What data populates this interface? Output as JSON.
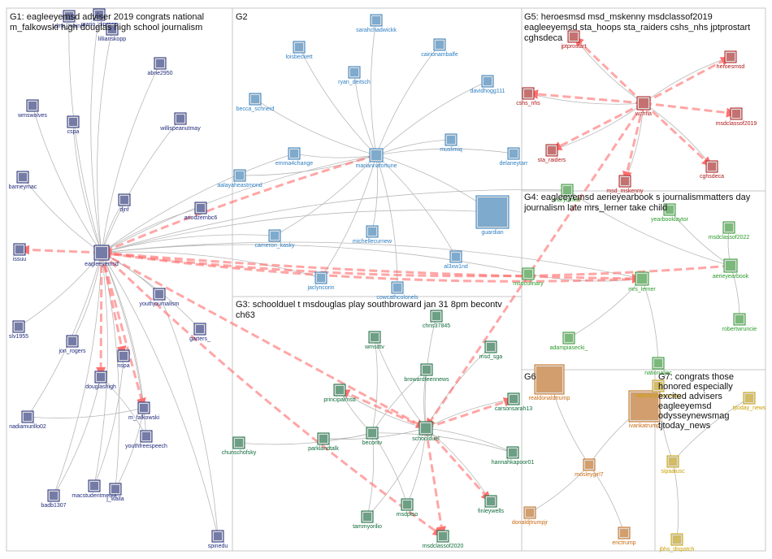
{
  "groups": [
    {
      "id": "G1",
      "title_lines": [
        "G1: eagleeyemsd adviser 2019 congrats national",
        "m_falkowski high douglas high school journalism"
      ]
    },
    {
      "id": "G2",
      "title_lines": [
        "G2"
      ]
    },
    {
      "id": "G3",
      "title_lines": [
        "G3: schoolduel t msdouglas play southbroward jan 31 8pm becontv",
        "ch63"
      ]
    },
    {
      "id": "G4",
      "title_lines": [
        "G4: eagleeyemsd aerieyearbook s journalismmatters day",
        "journalism late mrs_lerner take child"
      ]
    },
    {
      "id": "G5",
      "title_lines": [
        "G5: heroesmsd msd_mskenny msdclassof2019",
        "eagleeyemsd sta_hoops sta_raiders cshs_nhs jptprostart",
        "cghsdeca"
      ]
    },
    {
      "id": "G6",
      "title_lines": [
        "G6"
      ]
    },
    {
      "id": "G7",
      "title_lines": [
        "G7: congrats those",
        "honored especially",
        "excited advisers",
        "eagleeyemsd",
        "odysseynewsmag",
        "tjtoday_news"
      ]
    }
  ],
  "colors": {
    "g1": "#1f2a7a",
    "g2": "#2f7fc1",
    "g3": "#0f6b3a",
    "g4": "#2a9a2a",
    "g5": "#b01818",
    "g6": "#c96a10",
    "g7": "#c8a000",
    "edge": "#b8b8b8",
    "strong": "#ff6b6b"
  },
  "nodes": [
    {
      "id": "emc_maine",
      "label": "emc_maine",
      "group": "g1"
    },
    {
      "id": "mario_diprose",
      "label": "mario_diprose",
      "group": "g1"
    },
    {
      "id": "lillianskopp",
      "label": "lillianskopp",
      "group": "g1"
    },
    {
      "id": "abrie2950",
      "label": "abrie2950",
      "group": "g1"
    },
    {
      "id": "wmswolves",
      "label": "wmswolves",
      "group": "g1"
    },
    {
      "id": "cspa",
      "label": "cspa",
      "group": "g1"
    },
    {
      "id": "willispeanutmay",
      "label": "willispeanutmay",
      "group": "g1"
    },
    {
      "id": "barneymac",
      "label": "barneymac",
      "group": "g1"
    },
    {
      "id": "djnf",
      "label": "djnf",
      "group": "g1"
    },
    {
      "id": "ariodzernbc6",
      "label": "ariodzernbc6",
      "group": "g1"
    },
    {
      "id": "issuu",
      "label": "issuu",
      "group": "g1"
    },
    {
      "id": "eagleeyemsd",
      "label": "eagleeyemsd",
      "group": "g1"
    },
    {
      "id": "youthjournalism",
      "label": "youthjournalism",
      "group": "g1"
    },
    {
      "id": "slv1955",
      "label": "slv1955",
      "group": "g1"
    },
    {
      "id": "garters_",
      "label": "garters_",
      "group": "g1"
    },
    {
      "id": "jon_rogers",
      "label": "jon_rogers",
      "group": "g1"
    },
    {
      "id": "nspa",
      "label": "nspa",
      "group": "g1"
    },
    {
      "id": "douglashigh",
      "label": "douglashigh",
      "group": "g1"
    },
    {
      "id": "m_falkowski",
      "label": "m_falkowski",
      "group": "g1"
    },
    {
      "id": "nadiamurillo02",
      "label": "nadiamurillo02",
      "group": "g1"
    },
    {
      "id": "youthfreespeech",
      "label": "youthfreespeech",
      "group": "g1"
    },
    {
      "id": "badb1307",
      "label": "badb1307",
      "group": "g1"
    },
    {
      "id": "macstudentmedia",
      "label": "macstudentmedia",
      "group": "g1"
    },
    {
      "id": "j_walla",
      "label": "j_walla",
      "group": "g1"
    },
    {
      "id": "spinedu",
      "label": "spinedu",
      "group": "g1"
    },
    {
      "id": "sarahchadwickk",
      "label": "sarahchadwickk",
      "group": "g2"
    },
    {
      "id": "loisbeckett",
      "label": "loisbeckett",
      "group": "g2"
    },
    {
      "id": "cairionambalfe",
      "label": "cairionambalfe",
      "group": "g2"
    },
    {
      "id": "ryan_deitsch",
      "label": "ryan_deitsch",
      "group": "g2"
    },
    {
      "id": "davidhogg111",
      "label": "davidhogg111",
      "group": "g2"
    },
    {
      "id": "becca_schneid",
      "label": "becca_schneid",
      "group": "g2"
    },
    {
      "id": "muslimiq",
      "label": "muslimiq",
      "group": "g2"
    },
    {
      "id": "emma4change",
      "label": "emma4change",
      "group": "g2"
    },
    {
      "id": "mariannafortune",
      "label": "mariannafortune",
      "group": "g2"
    },
    {
      "id": "delaneytarr",
      "label": "delaneytarr",
      "group": "g2"
    },
    {
      "id": "aalayaheastmond",
      "label": "aalayaheastmond",
      "group": "g2"
    },
    {
      "id": "guardian",
      "label": "guardian",
      "group": "g2"
    },
    {
      "id": "cameron_kasky",
      "label": "cameron_kasky",
      "group": "g2"
    },
    {
      "id": "michellecurnew",
      "label": "michellecurnew",
      "group": "g2"
    },
    {
      "id": "al3xw1nd",
      "label": "al3xw1nd",
      "group": "g2"
    },
    {
      "id": "jaclyncorin",
      "label": "jaclyncorin",
      "group": "g2"
    },
    {
      "id": "cowcathcolonels",
      "label": "cowcathcolonels",
      "group": "g2"
    },
    {
      "id": "wmsdtv",
      "label": "wmsdtv",
      "group": "g3"
    },
    {
      "id": "chris37845",
      "label": "chris37845",
      "group": "g3"
    },
    {
      "id": "msd_sga",
      "label": "msd_sga",
      "group": "g3"
    },
    {
      "id": "browardteennews",
      "label": "browardteennews",
      "group": "g3"
    },
    {
      "id": "principalmsd",
      "label": "principalmsd",
      "group": "g3"
    },
    {
      "id": "carsonsarah13",
      "label": "carsonsarah13",
      "group": "g3"
    },
    {
      "id": "chunschofsky",
      "label": "chunschofsky",
      "group": "g3"
    },
    {
      "id": "parklandtalk",
      "label": "parklandtalk",
      "group": "g3"
    },
    {
      "id": "becontv",
      "label": "becontv",
      "group": "g3"
    },
    {
      "id": "schoolduel",
      "label": "schoolduel",
      "group": "g3"
    },
    {
      "id": "hannahkapoor01",
      "label": "hannahkapoor01",
      "group": "g3"
    },
    {
      "id": "msdptso",
      "label": "msdptso",
      "group": "g3"
    },
    {
      "id": "finleywells",
      "label": "finleywells",
      "group": "g3"
    },
    {
      "id": "tammyorilio",
      "label": "tammyorilio",
      "group": "g3"
    },
    {
      "id": "msdclassof2020",
      "label": "msdclassof2020",
      "group": "g3"
    },
    {
      "id": "marybinker",
      "label": "marybinker",
      "group": "g4"
    },
    {
      "id": "yearbooklaytor",
      "label": "yearbooklaytor",
      "group": "g4"
    },
    {
      "id": "msdclassof2022",
      "label": "msdclassof2022",
      "group": "g4"
    },
    {
      "id": "aerieyearbook",
      "label": "aerieyearbook",
      "group": "g4"
    },
    {
      "id": "msdculinary",
      "label": "msdculinary",
      "group": "g4"
    },
    {
      "id": "mrs_lerner",
      "label": "mrs_lerner",
      "group": "g4"
    },
    {
      "id": "robertwruncie",
      "label": "robertwruncie",
      "group": "g4"
    },
    {
      "id": "adampiasecki_",
      "label": "adampiasecki_",
      "group": "g4"
    },
    {
      "id": "nationaljec",
      "label": "nationaljec",
      "group": "g4"
    },
    {
      "id": "jptprostart",
      "label": "jptprostart",
      "group": "g5"
    },
    {
      "id": "heroesmsd",
      "label": "heroesmsd",
      "group": "g5"
    },
    {
      "id": "cshs_nhs",
      "label": "cshs_nhs",
      "group": "g5"
    },
    {
      "id": "wzhfla",
      "label": "wzhfla",
      "group": "g5"
    },
    {
      "id": "msdclassof2019",
      "label": "msdclassof2019",
      "group": "g5"
    },
    {
      "id": "sta_raiders",
      "label": "sta_raiders",
      "group": "g5"
    },
    {
      "id": "cghsdeca",
      "label": "cghsdeca",
      "group": "g5"
    },
    {
      "id": "msd_mskenny",
      "label": "msd_mskenny",
      "group": "g5"
    },
    {
      "id": "realdonaldtrump",
      "label": "realdonaldtrump",
      "group": "g6"
    },
    {
      "id": "ivankatrump",
      "label": "ivankatrump",
      "group": "g6"
    },
    {
      "id": "mosleygirl7",
      "label": "mosleygirl7",
      "group": "g6"
    },
    {
      "id": "donaldjtrumpjr",
      "label": "donaldjtrumpjr",
      "group": "g6"
    },
    {
      "id": "erictrump",
      "label": "erictrump",
      "group": "g6"
    },
    {
      "id": "odysseynewsmag",
      "label": "odysseynewsmag",
      "group": "g7"
    },
    {
      "id": "tjtoday_news",
      "label": "tjtoday_news",
      "group": "g7"
    },
    {
      "id": "sipaaiusc",
      "label": "sipaaiusc",
      "group": "g7"
    },
    {
      "id": "jbhs_dispatch",
      "label": "jbhs_dispatch",
      "group": "g7"
    }
  ],
  "edges": [
    [
      "cspa",
      "eagleeyemsd"
    ],
    [
      "wmswolves",
      "eagleeyemsd"
    ],
    [
      "emc_maine",
      "eagleeyemsd"
    ],
    [
      "lillianskopp",
      "eagleeyemsd"
    ],
    [
      "abrie2950",
      "eagleeyemsd"
    ],
    [
      "willispeanutmay",
      "eagleeyemsd"
    ],
    [
      "barneymac",
      "eagleeyemsd"
    ],
    [
      "djnf",
      "eagleeyemsd"
    ],
    [
      "ariodzernbc6",
      "eagleeyemsd"
    ],
    [
      "youthjournalism",
      "eagleeyemsd"
    ],
    [
      "slv1955",
      "eagleeyemsd"
    ],
    [
      "garters_",
      "eagleeyemsd"
    ],
    [
      "jon_rogers",
      "eagleeyemsd"
    ],
    [
      "m_falkowski",
      "eagleeyemsd"
    ],
    [
      "nadiamurillo02",
      "eagleeyemsd"
    ],
    [
      "youthfreespeech",
      "eagleeyemsd"
    ],
    [
      "badb1307",
      "eagleeyemsd"
    ],
    [
      "macstudentmedia",
      "eagleeyemsd"
    ],
    [
      "j_walla",
      "eagleeyemsd"
    ],
    [
      "spinedu",
      "eagleeyemsd"
    ],
    [
      "mario_diprose",
      "eagleeyemsd"
    ],
    [
      "nadiamurillo02",
      "m_falkowski"
    ],
    [
      "badb1307",
      "douglashigh"
    ],
    [
      "macstudentmedia",
      "nspa"
    ],
    [
      "spinedu",
      "youthjournalism"
    ],
    [
      "youthfreespeech",
      "douglashigh"
    ],
    [
      "j_walla",
      "m_falkowski"
    ],
    [
      "sarahchadwickk",
      "mariannafortune"
    ],
    [
      "loisbeckett",
      "mariannafortune"
    ],
    [
      "cairionambalfe",
      "mariannafortune"
    ],
    [
      "ryan_deitsch",
      "mariannafortune"
    ],
    [
      "davidhogg111",
      "mariannafortune"
    ],
    [
      "becca_schneid",
      "mariannafortune"
    ],
    [
      "muslimiq",
      "mariannafortune"
    ],
    [
      "emma4change",
      "mariannafortune"
    ],
    [
      "delaneytarr",
      "mariannafortune"
    ],
    [
      "aalayaheastmond",
      "mariannafortune"
    ],
    [
      "guardian",
      "mariannafortune"
    ],
    [
      "cameron_kasky",
      "mariannafortune"
    ],
    [
      "michellecurnew",
      "mariannafortune"
    ],
    [
      "al3xw1nd",
      "mariannafortune"
    ],
    [
      "jaclyncorin",
      "mariannafortune"
    ],
    [
      "cowcathcolonels",
      "mariannafortune"
    ],
    [
      "mariannafortune",
      "eagleeyemsd"
    ],
    [
      "guardian",
      "eagleeyemsd"
    ],
    [
      "emma4change",
      "eagleeyemsd"
    ],
    [
      "cameron_kasky",
      "eagleeyemsd"
    ],
    [
      "jaclyncorin",
      "eagleeyemsd"
    ],
    [
      "wmsdtv",
      "schoolduel"
    ],
    [
      "chris37845",
      "schoolduel"
    ],
    [
      "msd_sga",
      "schoolduel"
    ],
    [
      "browardteennews",
      "schoolduel"
    ],
    [
      "principalmsd",
      "schoolduel"
    ],
    [
      "carsonsarah13",
      "schoolduel"
    ],
    [
      "parklandtalk",
      "schoolduel"
    ],
    [
      "hannahkapoor01",
      "schoolduel"
    ],
    [
      "msdptso",
      "schoolduel"
    ],
    [
      "finleywells",
      "schoolduel"
    ],
    [
      "tammyorilio",
      "schoolduel"
    ],
    [
      "becontv",
      "wmsdtv"
    ],
    [
      "principalmsd",
      "becontv"
    ],
    [
      "parklandtalk",
      "becontv"
    ],
    [
      "chunschofsky",
      "becontv"
    ],
    [
      "msdptso",
      "becontv"
    ],
    [
      "tammyorilio",
      "becontv"
    ],
    [
      "hannahkapoor01",
      "becontv"
    ],
    [
      "browardteennews",
      "becontv"
    ],
    [
      "marybinker",
      "aerieyearbook"
    ],
    [
      "yearbooklaytor",
      "aerieyearbook"
    ],
    [
      "msdclassof2022",
      "aerieyearbook"
    ],
    [
      "msdculinary",
      "mrs_lerner"
    ],
    [
      "robertwruncie",
      "aerieyearbook"
    ],
    [
      "adampiasecki_",
      "mrs_lerner"
    ],
    [
      "nationaljec",
      "mrs_lerner"
    ],
    [
      "mrs_lerner",
      "eagleeyemsd"
    ],
    [
      "marybinker",
      "eagleeyemsd"
    ],
    [
      "msdculinary",
      "eagleeyemsd"
    ],
    [
      "jptprostart",
      "wzhfla"
    ],
    [
      "heroesmsd",
      "wzhfla"
    ],
    [
      "cshs_nhs",
      "wzhfla"
    ],
    [
      "sta_raiders",
      "wzhfla"
    ],
    [
      "cghsdeca",
      "wzhfla"
    ],
    [
      "msd_mskenny",
      "wzhfla"
    ],
    [
      "realdonaldtrump",
      "mosleygirl7"
    ],
    [
      "ivankatrump",
      "mosleygirl7"
    ],
    [
      "donaldjtrumpjr",
      "mosleygirl7"
    ],
    [
      "erictrump",
      "mosleygirl7"
    ],
    [
      "odysseynewsmag",
      "sipaaiusc"
    ],
    [
      "tjtoday_news",
      "sipaaiusc"
    ],
    [
      "jbhs_dispatch",
      "sipaaiusc"
    ]
  ],
  "strong_edges": [
    [
      "mrs_lerner",
      "eagleeyemsd",
      -30
    ],
    [
      "aerieyearbook",
      "eagleeyemsd",
      -40
    ],
    [
      "eagleeyemsd",
      "mrs_lerner",
      12
    ],
    [
      "eagleeyemsd",
      "issuu",
      0
    ],
    [
      "eagleeyemsd",
      "douglashigh",
      0
    ],
    [
      "eagleeyemsd",
      "nspa",
      0
    ],
    [
      "eagleeyemsd",
      "m_falkowski",
      0
    ],
    [
      "mariannafortune",
      "eagleeyemsd",
      10
    ],
    [
      "eagleeyemsd",
      "schoolduel",
      0
    ],
    [
      "eagleeyemsd",
      "msdclassof2020",
      20
    ],
    [
      "schoolduel",
      "msdclassof2020",
      0
    ],
    [
      "schoolduel",
      "finleywells",
      0
    ],
    [
      "schoolduel",
      "principalmsd",
      0
    ],
    [
      "schoolduel",
      "carsonsarah13",
      0
    ],
    [
      "wzhfla",
      "msdclassof2019",
      0
    ],
    [
      "wzhfla",
      "heroesmsd",
      0
    ],
    [
      "wzhfla",
      "jptprostart",
      0
    ],
    [
      "wzhfla",
      "cshs_nhs",
      0
    ],
    [
      "wzhfla",
      "sta_raiders",
      0
    ],
    [
      "wzhfla",
      "cghsdeca",
      0
    ],
    [
      "wzhfla",
      "msd_mskenny",
      0
    ],
    [
      "wzhfla",
      "schoolduel",
      0
    ]
  ]
}
